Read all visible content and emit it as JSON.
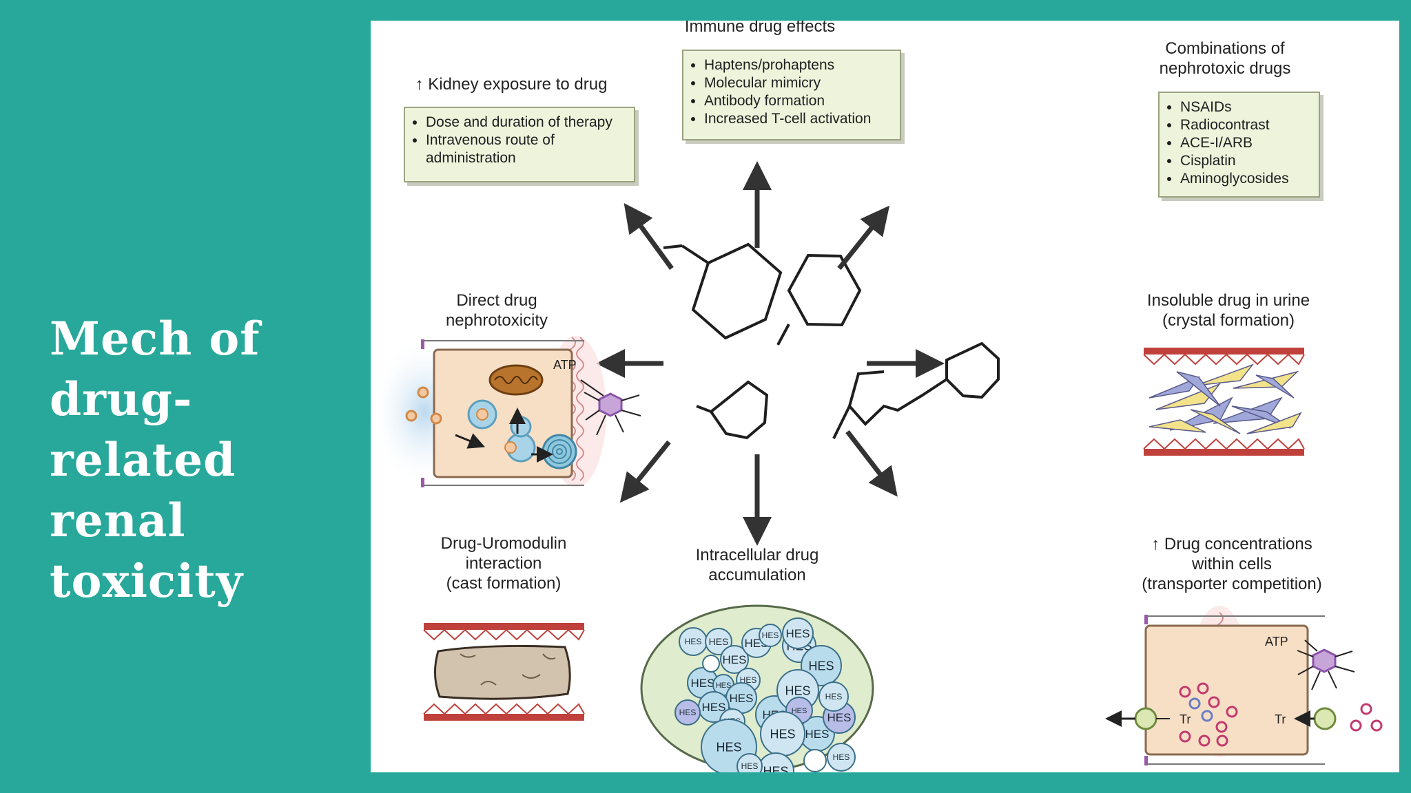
{
  "slide": {
    "title_lines": [
      "Mech of",
      "drug-related",
      "renal toxicity"
    ],
    "background": "#27a89a"
  },
  "diagram": {
    "top_left": {
      "heading": "↑ Kidney exposure to drug",
      "items": [
        "Dose and duration of therapy",
        "Intravenous route of",
        "administration"
      ]
    },
    "top_center": {
      "heading": "Immune drug effects",
      "items": [
        "Haptens/prohaptens",
        "Molecular mimicry",
        "Antibody formation",
        "Increased T-cell activation"
      ]
    },
    "top_right": {
      "heading_lines": [
        "Combinations of",
        "nephrotoxic drugs"
      ],
      "items": [
        "NSAIDs",
        "Radiocontrast",
        "ACE-I/ARB",
        "Cisplatin",
        "Aminoglycosides"
      ]
    },
    "mid_left": {
      "heading_lines": [
        "Direct drug",
        "nephrotoxicity"
      ],
      "atp_label": "ATP"
    },
    "mid_right": {
      "heading_lines": [
        "Insoluble drug in urine",
        "(crystal formation)"
      ]
    },
    "bottom_left": {
      "heading_lines": [
        "Drug-Uromodulin",
        "interaction",
        "(cast formation)"
      ]
    },
    "bottom_center": {
      "heading_lines": [
        "Intracellular drug",
        "accumulation"
      ],
      "vacuole_label": "HES"
    },
    "bottom_right": {
      "heading_lines": [
        "↑ Drug concentrations",
        "within cells",
        "(transporter competition)"
      ],
      "atp_label": "ATP",
      "transporter_label": "Tr"
    },
    "colors": {
      "box_fill": "#eef3dc",
      "cell_fill": "#f7dfc6",
      "tubule_red": "#c0413c",
      "vesicle_blue": "#a9d4e8"
    }
  }
}
